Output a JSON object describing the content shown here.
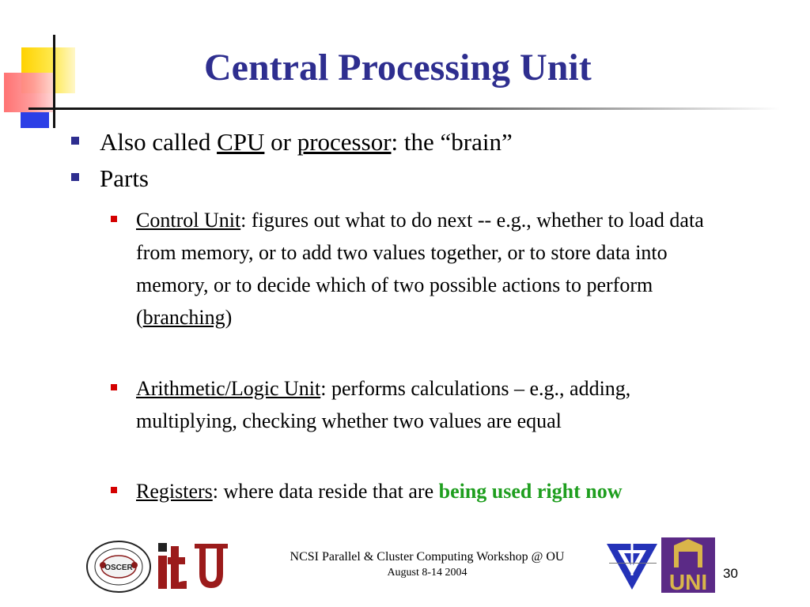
{
  "slide": {
    "title": "Central Processing Unit",
    "bullets": [
      {
        "pre": "Also called ",
        "term1": "CPU",
        "mid": " or ",
        "term2": "processor",
        "post": ": the “brain”"
      },
      {
        "text": "Parts"
      }
    ],
    "sub_bullets": [
      {
        "term": "Control Unit",
        "text": ":  figures out what to do next --  e.g., whether to load data from memory, or to add two values together, or to store data into memory, or to decide which of two possible actions to perform (",
        "term2": "branching",
        "tail": ")"
      },
      {
        "term": "Arithmetic/Logic Unit",
        "text": ":  performs calculations – e.g., adding, multiplying, checking whether two values are equal"
      },
      {
        "term": "Registers",
        "text": ":  where data reside that are ",
        "highlight": "being used right now"
      }
    ],
    "highlight_color": "#1e9e1e",
    "title_color": "#2e2e8f",
    "bullet_color_l1": "#2e2e8f",
    "bullet_color_l2": "#d40000"
  },
  "footer": {
    "line1": "NCSI Parallel & Cluster Computing Workshop @ OU",
    "line2": "August 8-14 2004",
    "page_number": "30"
  },
  "logos": {
    "left": [
      {
        "name": "supercomputing-center-seal-logo",
        "text": "OSCER"
      },
      {
        "name": "it-logo",
        "text": "it"
      },
      {
        "name": "ou-logo",
        "text": "OU"
      }
    ],
    "right": [
      {
        "name": "triangle-logo"
      },
      {
        "name": "uni-logo",
        "text": "UNI"
      }
    ]
  }
}
